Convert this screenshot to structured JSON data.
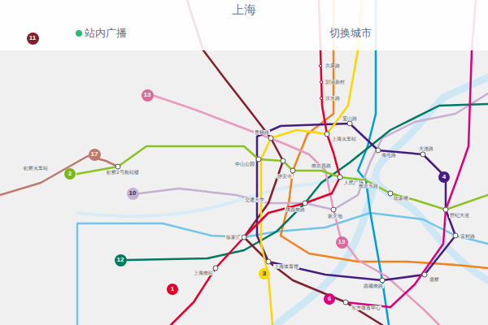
{
  "diagram": {
    "title": "上海",
    "nodes": [
      {
        "text": [
          "11"
        ]
      },
      {
        "text": [
          "13"
        ]
      },
      {
        "text": [
          "17"
        ]
      },
      {
        "text": [
          "2"
        ]
      },
      {
        "text": [
          "4"
        ]
      },
      {
        "text": [
          "10"
        ]
      },
      {
        "text": [
          "13"
        ]
      },
      {
        "text": [
          "12"
        ]
      },
      {
        "text": [
          "3"
        ]
      },
      {
        "text": [
          "1"
        ]
      },
      {
        "text": [
          "6"
        ]
      }
    ],
    "labels": [
      "站内广播",
      "切换城市",
      "共康路",
      "彭浦新村",
      "汶水路",
      "宝山路",
      "上海火车站",
      "曹杨路",
      "海伦路",
      "大连路",
      "中山公园",
      "南京西路",
      "静安寺",
      "人民广场",
      "南京东路",
      "陆家嘴",
      "世纪大道",
      "交通大学",
      "陕西南路",
      "新天地",
      "徐家汇",
      "上海体育馆",
      "上海南站",
      "蓝村路",
      "塘桥",
      "西藏南路",
      "东方体育中心",
      "虹桥2号航站楼",
      "虹桥火车站"
    ]
  }
}
